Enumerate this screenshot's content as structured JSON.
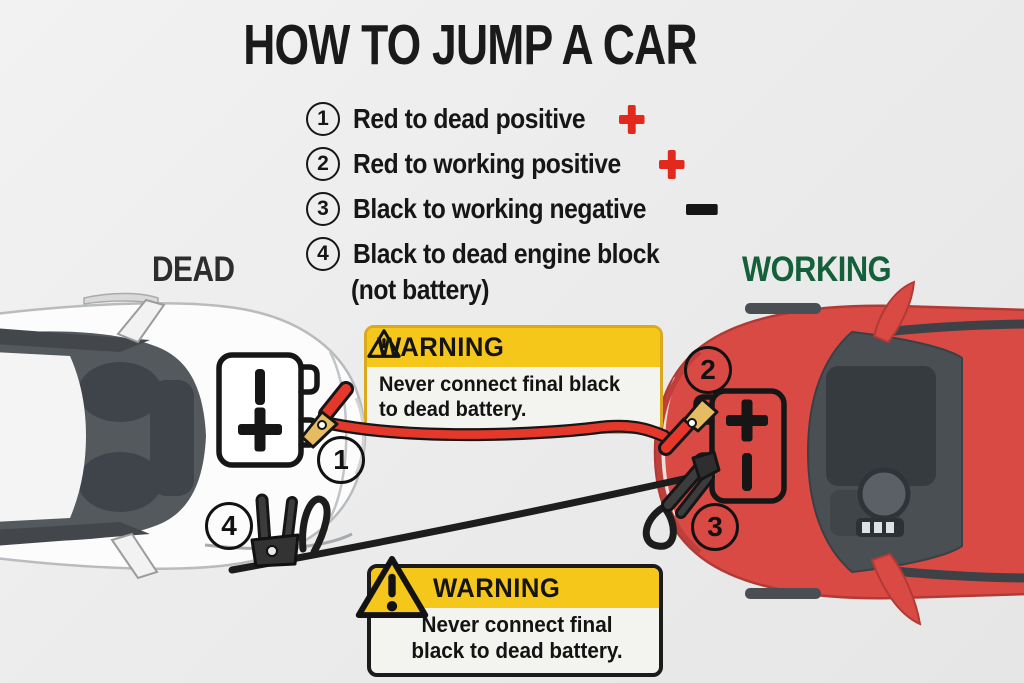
{
  "title": "HOW TO JUMP A CAR",
  "steps": [
    {
      "num": "1",
      "text": "Red to dead positive",
      "symbol": "plus"
    },
    {
      "num": "2",
      "text": "Red to working positive",
      "symbol": "plus"
    },
    {
      "num": "3",
      "text": "Black to working negative",
      "symbol": "minus"
    },
    {
      "num": "4",
      "text": "Black to dead engine block",
      "subtext": "(not battery)",
      "symbol": "none"
    }
  ],
  "labels": {
    "dead_car": "DEAD",
    "working_car": "WORKING"
  },
  "warning_top": {
    "title": "WARNING",
    "line1": "Never connect final black",
    "line2": "to dead battery."
  },
  "warning_bottom": {
    "title": "WARNING",
    "line1": "Never connect final",
    "line2": "black to dead battery."
  },
  "markers": {
    "step1": "1",
    "step2": "2",
    "step3": "3",
    "step4": "4"
  },
  "battery_symbols": {
    "positive": "+",
    "negative": "−"
  },
  "colors": {
    "background": "#ececec",
    "title_text": "#1a1a1a",
    "dead_label": "#2d2d2d",
    "working_label": "#14603a",
    "warning_yellow": "#f6c71b",
    "warning_border_gold": "#dba91e",
    "accent_red": "#e2291d",
    "cable_red": "#e5382b",
    "cable_black": "#1d1d1d",
    "car_red": "#da4a45",
    "car_white": "#fcfcfc",
    "clamp_jaw_gold": "#e6bc62"
  }
}
